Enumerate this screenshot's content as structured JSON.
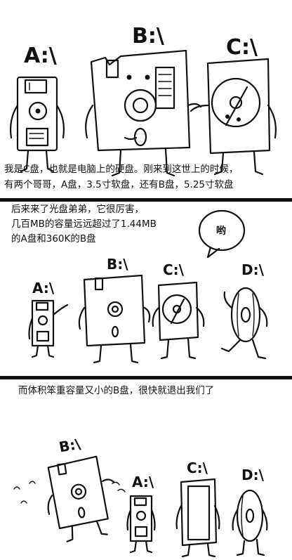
{
  "panel1": {
    "labels": {
      "a": "A:\\",
      "b": "B:\\",
      "c": "C:\\"
    },
    "caption_line1": "我是C盘，也就是电脑上的硬盘。刚来到这世上的时候，",
    "caption_line2": "有两个哥哥，A盘，3.5寸软盘，还有B盘，5.25寸软盘"
  },
  "panel2": {
    "caption_line1": "后来来了光盘弟弟，它很厉害，",
    "caption_line2": "几百MB的容量远远超过了1.44MB",
    "caption_line3": "的A盘和360K的B盘",
    "bubble": "哟",
    "labels": {
      "a": "A:\\",
      "b": "B:\\",
      "c": "C:\\",
      "d": "D:\\"
    }
  },
  "panel3": {
    "caption": "而体积笨重容量又小的B盘，很快就退出我们了",
    "labels": {
      "b": "B:\\",
      "a": "A:\\",
      "c": "C:\\",
      "d": "D:\\"
    }
  }
}
